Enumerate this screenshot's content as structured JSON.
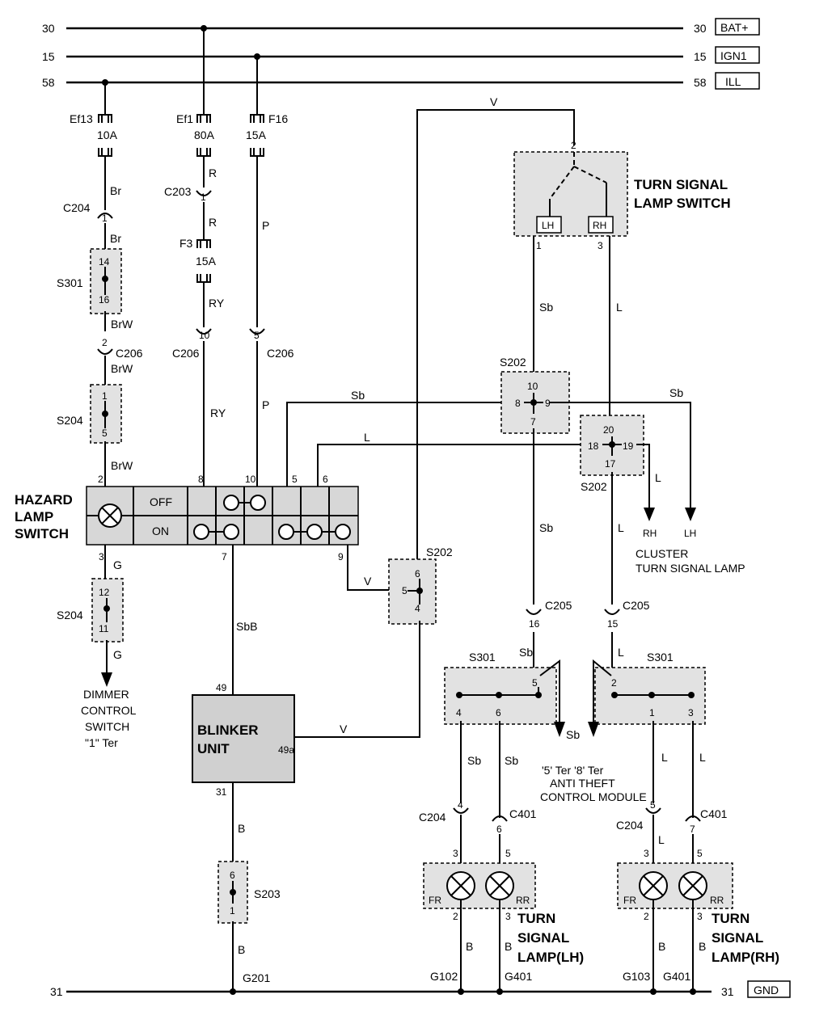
{
  "rails": {
    "r30": {
      "left": "30",
      "right": "30",
      "tag": "BAT+"
    },
    "r15": {
      "left": "15",
      "right": "15",
      "tag": "IGN1"
    },
    "r58": {
      "left": "58",
      "right": "58",
      "tag": "ILL"
    },
    "r31": {
      "left": "31",
      "right": "31",
      "tag": "GND"
    }
  },
  "fuses": {
    "ef13": {
      "name": "Ef13",
      "rating": "10A"
    },
    "ef1": {
      "name": "Ef1",
      "rating": "80A"
    },
    "f16": {
      "name": "F16",
      "rating": "15A"
    },
    "f3": {
      "name": "F3",
      "rating": "15A"
    }
  },
  "connectors": {
    "c204": "C204",
    "c203": "C203",
    "c206": "C206",
    "c205": "C205",
    "c401": "C401",
    "s301": "S301",
    "s204": "S204",
    "s202": "S202",
    "s203": "S203",
    "g201": "G201",
    "g102": "G102",
    "g401": "G401",
    "g103": "G103"
  },
  "wires": {
    "br": "Br",
    "brw": "BrW",
    "r": "R",
    "ry": "RY",
    "p": "P",
    "v": "V",
    "sb": "Sb",
    "l": "L",
    "g": "G",
    "sbb": "SbB",
    "b": "B"
  },
  "pins": {
    "p1": "1",
    "p2": "2",
    "p3": "3",
    "p4": "4",
    "p5": "5",
    "p6": "6",
    "p7": "7",
    "p8": "8",
    "p9": "9",
    "p10": "10",
    "p11": "11",
    "p12": "12",
    "p14": "14",
    "p15": "15",
    "p16": "16",
    "p17": "17",
    "p18": "18",
    "p19": "19",
    "p20": "20",
    "p31": "31",
    "p49": "49",
    "p49a": "49a"
  },
  "hazard": {
    "title1": "HAZARD",
    "title2": "LAMP",
    "title3": "SWITCH",
    "off": "OFF",
    "on": "ON"
  },
  "turn_switch": {
    "title1": "TURN SIGNAL",
    "title2": "LAMP SWITCH",
    "lh": "LH",
    "rh": "RH"
  },
  "blinker": {
    "line1": "BLINKER",
    "line2": "UNIT"
  },
  "dimmer": {
    "line1": "DIMMER",
    "line2": "CONTROL",
    "line3": "SWITCH",
    "line4": "\"1\" Ter"
  },
  "cluster": {
    "rh": "RH",
    "lh": "LH",
    "line1": "CLUSTER",
    "line2": "TURN SIGNAL LAMP"
  },
  "antitheft": {
    "line1": "'5' Ter '8' Ter",
    "line2": "ANTI THEFT",
    "line3": "CONTROL MODULE"
  },
  "lamps": {
    "fr": "FR",
    "rr": "RR"
  },
  "lamp_lh": {
    "line1": "TURN",
    "line2": "SIGNAL",
    "line3": "LAMP(LH)"
  },
  "lamp_rh": {
    "line1": "TURN",
    "line2": "SIGNAL",
    "line3": "LAMP(RH)"
  }
}
